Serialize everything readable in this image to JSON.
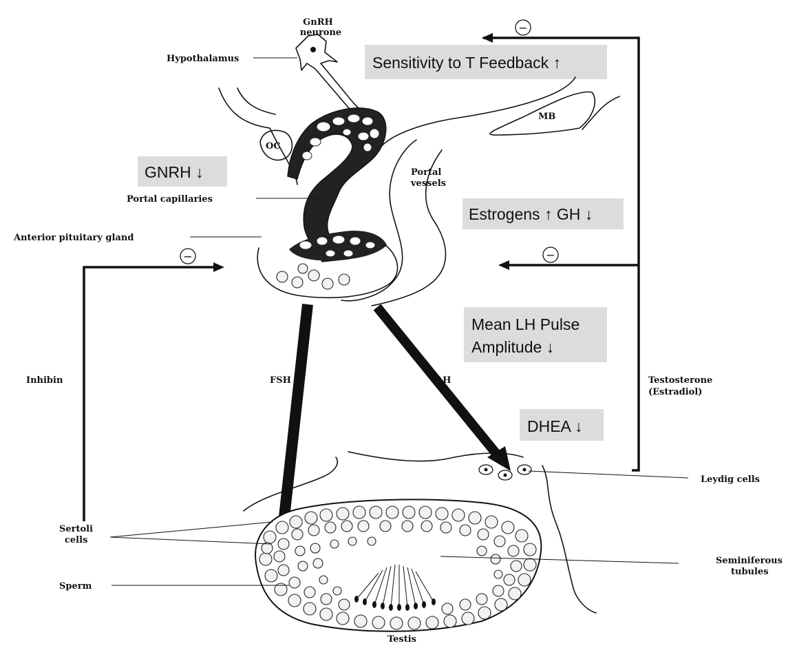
{
  "labels": {
    "gnrh_neurone_line1": "GnRH",
    "gnrh_neurone_line2": "neurone",
    "hypothalamus": "Hypothalamus",
    "oc": "OC",
    "mb": "MB",
    "portal_vessels_line1": "Portal",
    "portal_vessels_line2": "vessels",
    "portal_capillaries": "Portal capillaries",
    "anterior_pituitary": "Anterior pituitary gland",
    "inhibin": "Inhibin",
    "fsh": "FSH",
    "lh": "LH",
    "testosterone_line1": "Testosterone",
    "testosterone_line2": "(Estradiol)",
    "leydig_cells": "Leydig cells",
    "sertoli_line1": "Sertoli",
    "sertoli_line2": "cells",
    "seminiferous_line1": "Seminiferous",
    "seminiferous_line2": "tubules",
    "sperm": "Sperm",
    "testis": "Testis"
  },
  "boxes": {
    "sensitivity": "Sensitivity to T Feedback ↑",
    "gnrh": "GNRH ↓",
    "estrogens": "Estrogens ↑ GH ↓",
    "mean_lh_line1": "Mean LH Pulse",
    "mean_lh_line2": "Amplitude ↓",
    "dhea": "DHEA ↓"
  },
  "feedback_sign": "−"
}
